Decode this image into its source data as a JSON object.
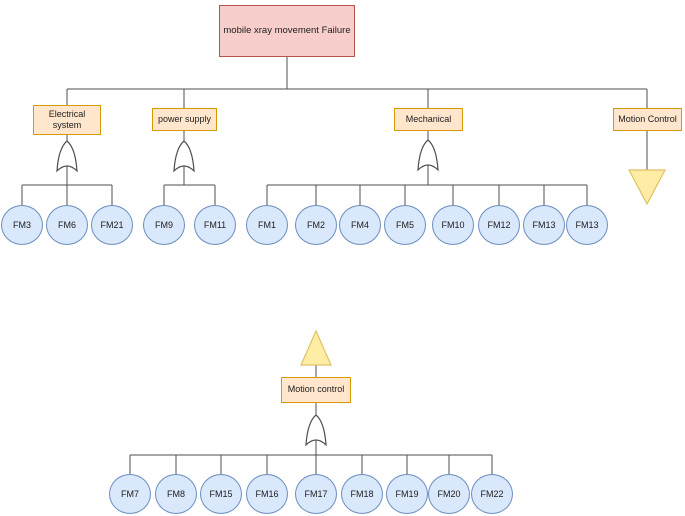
{
  "colors": {
    "root_fill": "#f8cecc",
    "root_stroke": "#b85450",
    "branch_fill": "#ffe6cc",
    "branch_stroke": "#d79b00",
    "event_fill": "#dae8fc",
    "event_stroke": "#6c8ebf",
    "transfer_fill": "#ffeda6",
    "transfer_stroke": "#e0c163",
    "line": "#4f4f4f"
  },
  "nodes": {
    "root": {
      "label": "mobile xray movement Failure"
    },
    "electrical": {
      "label": "Electrical system",
      "gate": "OR",
      "events": [
        "FM3",
        "FM6",
        "FM21"
      ]
    },
    "power_supply": {
      "label": "power supply",
      "gate": "OR",
      "events": [
        "FM9",
        "FM11"
      ]
    },
    "mechanical": {
      "label": "Mechanical",
      "gate": "OR",
      "events": [
        "FM1",
        "FM2",
        "FM4",
        "FM5",
        "FM10",
        "FM12",
        "FM13",
        "FM13"
      ]
    },
    "motion_control_ref": {
      "label": "Motion Control",
      "transfer": "triangle-down"
    },
    "motion_control": {
      "label": "Motion control",
      "transfer": "triangle-up",
      "gate": "OR",
      "events": [
        "FM7",
        "FM8",
        "FM15",
        "FM16",
        "FM17",
        "FM18",
        "FM19",
        "FM20",
        "FM22"
      ]
    }
  }
}
